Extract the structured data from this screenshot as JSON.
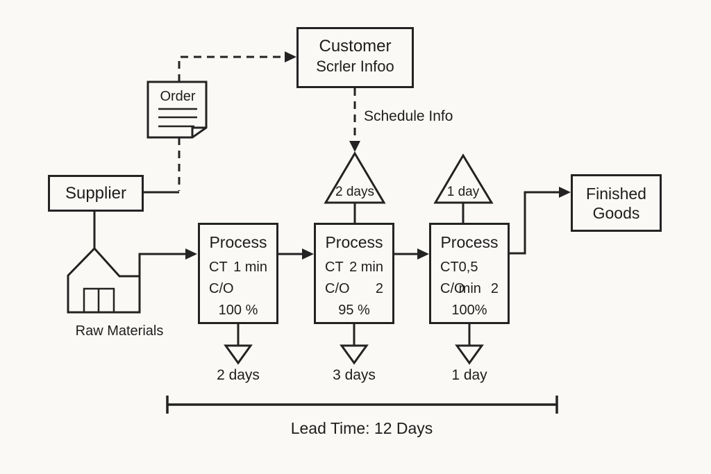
{
  "colors": {
    "background": "#fbf9f5",
    "ink": "#232323"
  },
  "customer_box": {
    "title": "Customer",
    "subtitle": "Scrler Infoo"
  },
  "labels": {
    "schedule_info": "Schedule Info",
    "order": "Order",
    "supplier": "Supplier",
    "raw_materials": "Raw Materials",
    "lead_time": "Lead Time: 12 Days"
  },
  "finished_goods": {
    "line1": "Finished",
    "line2": "Goods"
  },
  "processes": [
    {
      "title": "Process",
      "ct_label": "CT",
      "ct_value": "1 min",
      "co_label": "C/O",
      "co_value": "",
      "uptime": "100 %",
      "inventory_above": "",
      "inventory_below": "2 days"
    },
    {
      "title": "Process",
      "ct_label": "CT",
      "ct_value": "2 min",
      "co_label": "C/O",
      "co_value": "2",
      "uptime": "95 %",
      "inventory_above": "2 days",
      "inventory_below": "3 days"
    },
    {
      "title": "Process",
      "ct_label": "CT",
      "ct_value": "0,5 min",
      "co_label": "C/O",
      "co_value": "2",
      "uptime": "100%",
      "inventory_above": "1 day",
      "inventory_below": "1 day"
    }
  ]
}
